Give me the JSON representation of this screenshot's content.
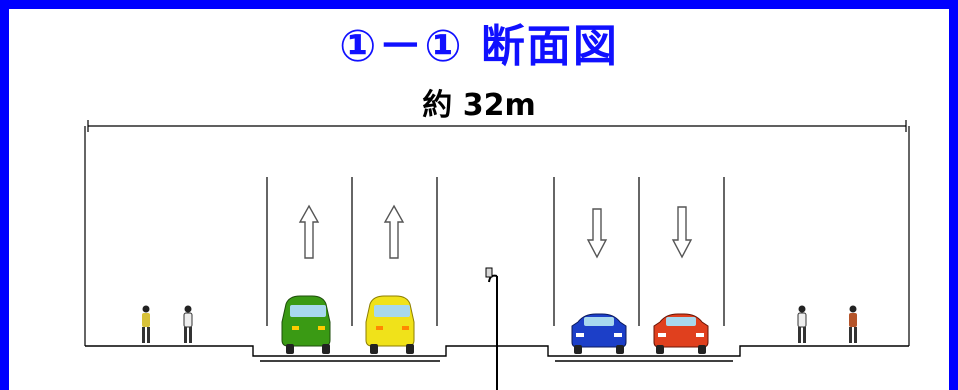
{
  "title": "①－① 断面図",
  "width_label": "約 32m",
  "colors": {
    "frame": "#0000ff",
    "title": "#1010ff",
    "line": "#000000",
    "arrow": "#555555",
    "car_green": "#3a9a14",
    "car_yellow": "#f0e21a",
    "car_blue": "#1c3fc8",
    "car_red": "#e0401e"
  },
  "lanes": [
    {
      "direction": "up",
      "car": "green-car"
    },
    {
      "direction": "up",
      "car": "yellow-car"
    },
    {
      "direction": "down",
      "car": "blue-car"
    },
    {
      "direction": "down",
      "car": "red-car"
    }
  ]
}
